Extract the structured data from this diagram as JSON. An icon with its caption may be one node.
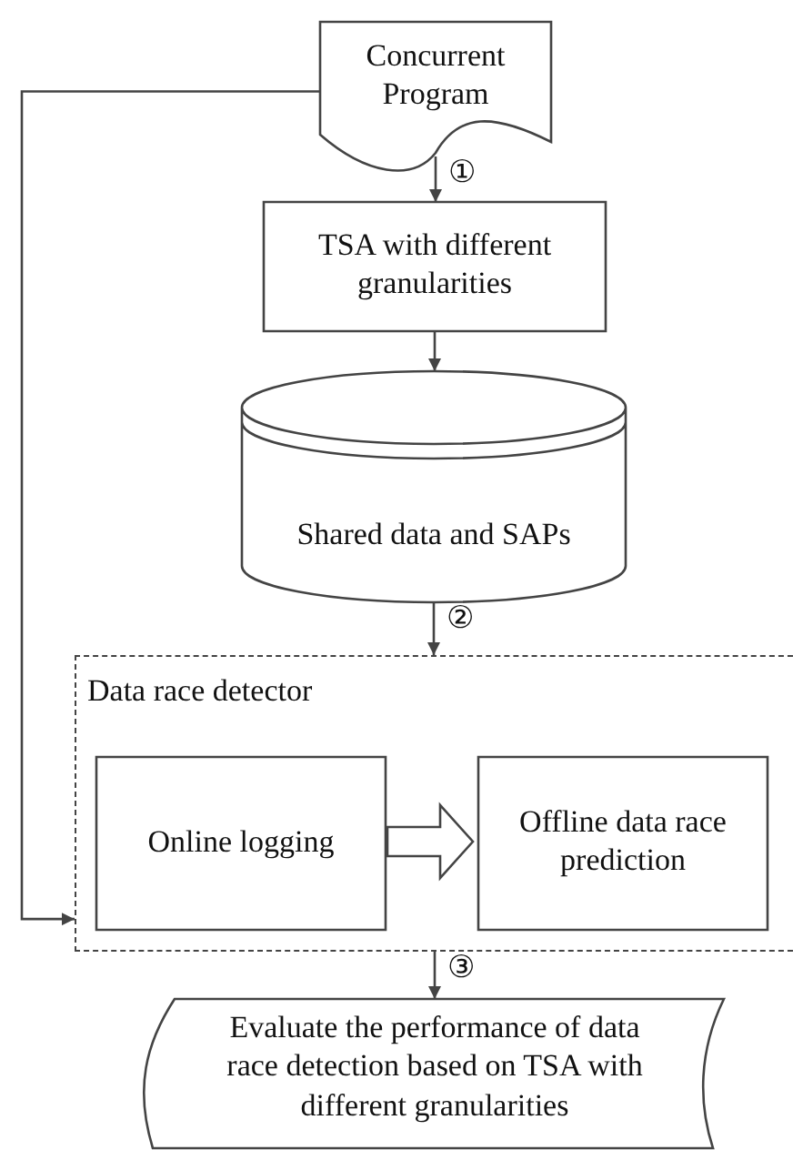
{
  "diagram": {
    "nodes": [
      {
        "text": [
          "Concurrent Program"
        ]
      },
      {
        "text": [
          "TSA with different granularities"
        ]
      },
      {
        "text": [
          "Shared data and SAPs"
        ]
      },
      {
        "text": [
          "Data race detector"
        ]
      },
      {
        "text": [
          "Online logging"
        ],
        "in": 3
      },
      {
        "text": [
          "Offline data race prediction"
        ],
        "in": 3
      },
      {
        "text": [
          "Evaluate the performance of data race detection based on TSA with different granularities"
        ]
      }
    ],
    "edges": [
      {
        "from": 0,
        "to": 1,
        "arrow": "to",
        "label": "①"
      },
      {
        "from": 0,
        "to": 3,
        "arrow": "to"
      },
      {
        "from": 1,
        "to": 2,
        "arrow": "to"
      },
      {
        "from": 2,
        "to": 3,
        "arrow": "to",
        "label": "②"
      },
      {
        "from": 4,
        "to": 5,
        "arrow": "to",
        "style": "thick"
      },
      {
        "from": 3,
        "to": 6,
        "arrow": "to",
        "label": "③"
      }
    ]
  }
}
